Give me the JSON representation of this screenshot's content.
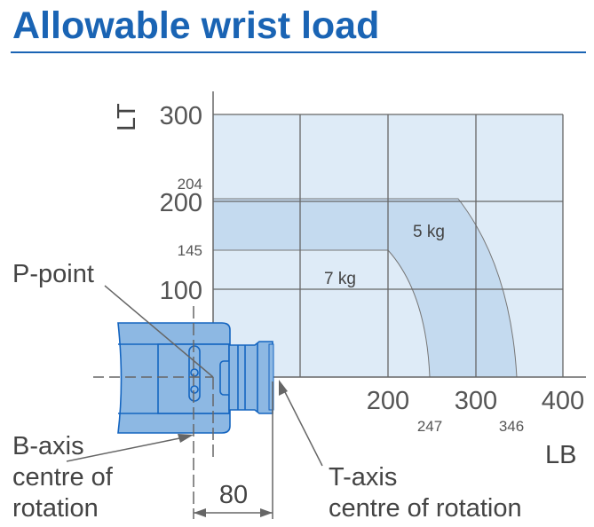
{
  "title": "Allowable wrist load",
  "colors": {
    "title": "#1a64b4",
    "grid_bg": "#deebf7",
    "band": "#c4daef",
    "robot": "#8db8e3",
    "robot_stroke": "#1565c0"
  },
  "axes": {
    "y_label": "LT",
    "x_label": "LB",
    "y_ticks": [
      "100",
      "200",
      "300"
    ],
    "x_ticks": [
      "200",
      "300",
      "400"
    ],
    "y_marks": [
      "204",
      "145"
    ],
    "x_marks": [
      "247",
      "346"
    ]
  },
  "regions": [
    {
      "label": "5 kg",
      "lt_max": 204,
      "lb_max": 346
    },
    {
      "label": "7 kg",
      "lt_max": 145,
      "lb_max": 247
    }
  ],
  "annotations": {
    "p_point": "P-point",
    "b_axis": [
      "B-axis",
      "centre of",
      "rotation"
    ],
    "t_axis": [
      "T-axis",
      "centre of rotation"
    ],
    "dimension": "80"
  }
}
